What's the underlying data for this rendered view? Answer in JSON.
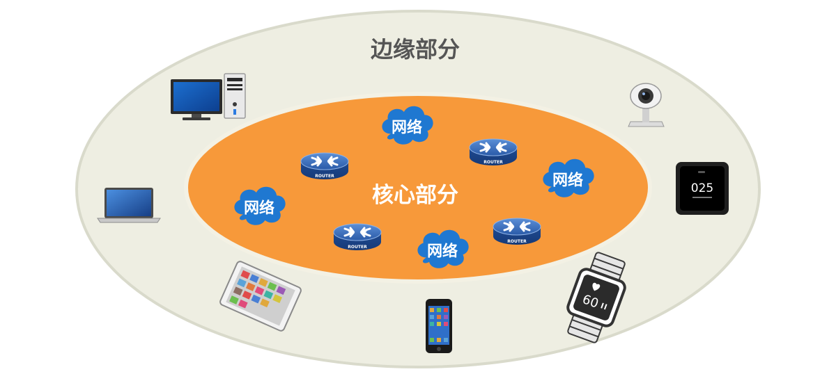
{
  "edge_title": "边缘部分",
  "core_title": "核心部分",
  "clouds": [
    "网络",
    "网络",
    "网络",
    "网络"
  ],
  "routers": [
    "ROUTER",
    "ROUTER",
    "ROUTER",
    "ROUTER"
  ],
  "devices": {
    "smart_display_time": "025"
  },
  "icons": {
    "desktop": "desktop-computer-icon",
    "laptop": "laptop-icon",
    "tablet": "tablet-icon",
    "phone": "smartphone-icon",
    "watch": "smartwatch-icon",
    "webcam": "webcam-icon",
    "display": "smart-display-icon",
    "router": "router-icon",
    "cloud": "network-cloud-icon"
  },
  "watch_reading": "60",
  "colors": {
    "edge_fill": "#eeeee2",
    "edge_stroke": "#d9dacb",
    "core_fill": "#f7993a",
    "core_stroke": "#f2f2ea",
    "cloud": "#1f78d1",
    "router": "#2d5fae",
    "text_dark": "#555555",
    "text_light": "#ffffff"
  }
}
